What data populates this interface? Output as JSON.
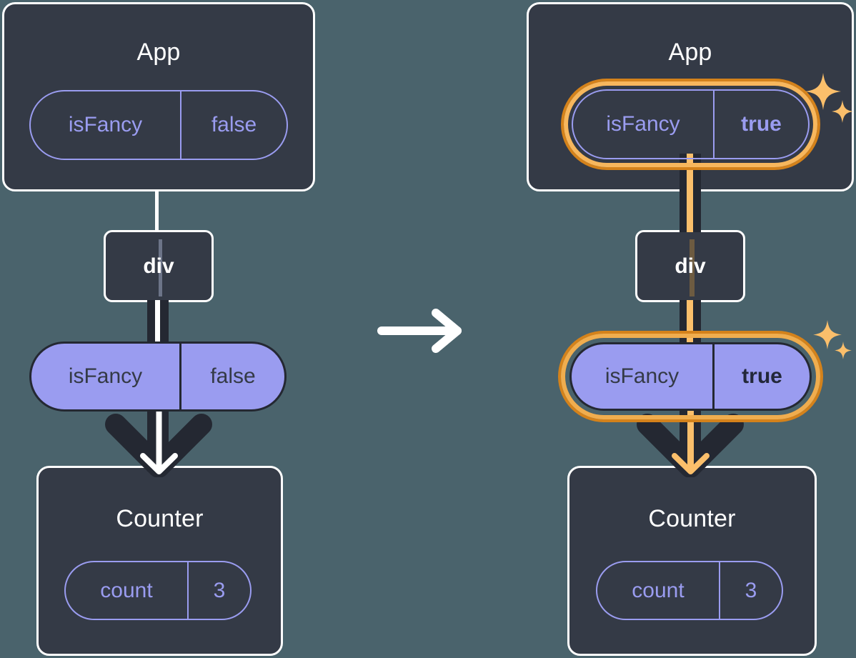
{
  "diagram": {
    "title_left": "App",
    "title_right": "App",
    "background_color": "#4a636c",
    "panel_color": "#343a46",
    "accent_purple": "#9a9cf0",
    "accent_amber": "#f0ad4e",
    "accent_amber_light": "#fbbf6b",
    "dark_line": "#242832"
  },
  "left": {
    "app": {
      "title": "App",
      "state_pill": {
        "name": "isFancy",
        "value": "false",
        "highlighted": false
      }
    },
    "div_node": {
      "label": "div"
    },
    "prop_pill": {
      "name": "isFancy",
      "value": "false",
      "highlighted": false
    },
    "counter": {
      "title": "Counter",
      "state_pill": {
        "name": "count",
        "value": "3",
        "highlighted": false
      }
    }
  },
  "transition": {
    "icon": "arrow-right-icon"
  },
  "right": {
    "app": {
      "title": "App",
      "state_pill": {
        "name": "isFancy",
        "value": "true",
        "highlighted": true
      }
    },
    "div_node": {
      "label": "div"
    },
    "prop_pill": {
      "name": "isFancy",
      "value": "true",
      "highlighted": true
    },
    "counter": {
      "title": "Counter",
      "state_pill": {
        "name": "count",
        "value": "3",
        "highlighted": false
      }
    },
    "sparkles": [
      {
        "name": "sparkle-icon-app",
        "color": "#fbbf6b"
      },
      {
        "name": "sparkle-icon-prop",
        "color": "#fbbf6b"
      }
    ]
  }
}
